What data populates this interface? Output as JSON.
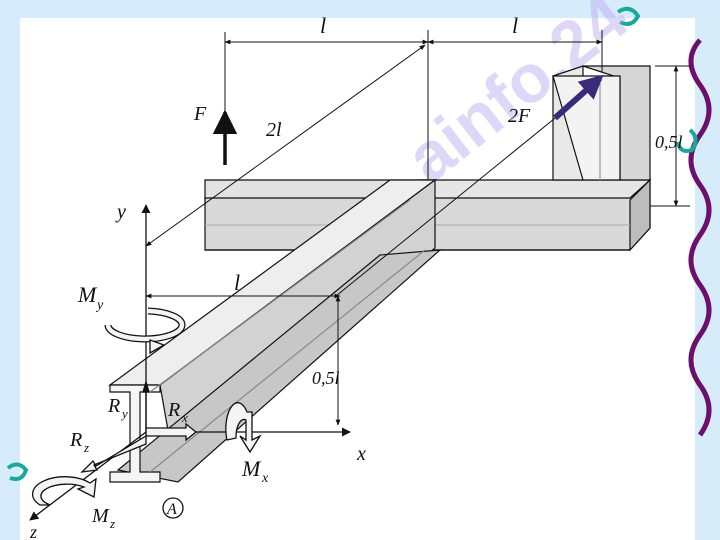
{
  "diagram": {
    "watermark": "ainfo.24",
    "labels": {
      "span1": "l",
      "span2": "l",
      "diag": "2l",
      "force_F": "F",
      "force_2F": "2F",
      "dim_05_right": "0,5l",
      "axis_y": "y",
      "axis_x": "x",
      "axis_z": "z",
      "moment_My": "M",
      "moment_My_sub": "y",
      "moment_Mx": "M",
      "moment_Mx_sub": "x",
      "moment_Mz": "M",
      "moment_Mz_sub": "z",
      "dim_l_left": "l",
      "dim_05_mid": "0,5l",
      "react_Ry": "R",
      "react_Ry_sub": "y",
      "react_Rx": "R",
      "react_Rx_sub": "x",
      "react_Rz": "R",
      "react_Rz_sub": "z",
      "point_A": "A"
    }
  },
  "colors": {
    "background": "#d6ecfb",
    "canvas": "#ffffff",
    "decor_border": "#6d0f6d",
    "decor_teal": "#19a89a",
    "watermark": "#b7a6f0",
    "force_2F": "#3b2a7a",
    "beam_light": "#f0f0f0",
    "beam_mid": "#d9d9d9",
    "beam_dark": "#a8a8a8",
    "line": "#111111"
  }
}
